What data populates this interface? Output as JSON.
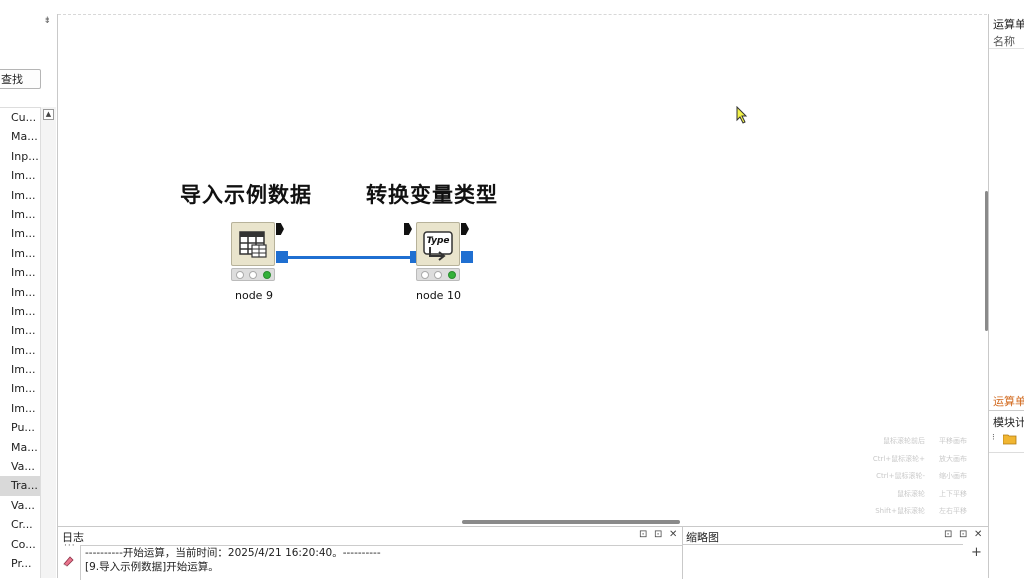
{
  "left_panel": {
    "pin_glyph": "⇟",
    "find_button": "查找",
    "tree_items": [
      "Cu...",
      "Ma...",
      "Inp...",
      "Im...",
      "Im...",
      "Im...",
      "Im...",
      "Im...",
      "Im...",
      "Im...",
      "Im...",
      "Im...",
      "Im...",
      "Im...",
      "Im...",
      "Im...",
      "Pu...",
      "Ma...",
      "Va...",
      "Tra...",
      "Va...",
      "Cr...",
      "Co...",
      "Pr..."
    ],
    "selected_index": 19,
    "scroll_up_glyph": "▲"
  },
  "canvas": {
    "nodes": [
      {
        "title": "导入示例数据",
        "label": "node 9",
        "icon": "table-grid-icon",
        "leds": [
          "off",
          "off",
          "green"
        ]
      },
      {
        "title": "转换变量类型",
        "label": "node 10",
        "icon": "type-convert-icon",
        "icon_text": "Type",
        "leds": [
          "off",
          "off",
          "green"
        ]
      }
    ],
    "connection_color": "#1f6fd1",
    "hints": [
      {
        "action": "鼠标滚轮前后",
        "effect": "平移画布"
      },
      {
        "action": "Ctrl+鼠标滚轮+",
        "effect": "放大画布"
      },
      {
        "action": "Ctrl+鼠标滚轮-",
        "effect": "缩小画布"
      },
      {
        "action": "鼠标滚轮",
        "effect": "上下平移"
      },
      {
        "action": "Shift+鼠标滚轮",
        "effect": "左右平移"
      }
    ]
  },
  "right_panel": {
    "title": "运算单",
    "name_header": "名称",
    "run_label": "运算单",
    "module_label": "模块计"
  },
  "log_panel": {
    "title": "日志",
    "dots": "···",
    "lines": [
      "----------开始运算，当前时间：2025/4/21 16:20:40。----------",
      "[9.导入示例数据]开始运算。"
    ],
    "controls": [
      "⊡",
      "⊡",
      "✕"
    ]
  },
  "thumbnail_panel": {
    "title": "缩略图",
    "controls": [
      "⊡",
      "⊡",
      "✕"
    ],
    "plus": "+"
  },
  "colors": {
    "accent_blue": "#1f6fd1",
    "node_fill": "#e9e4cc",
    "status_green": "#33b13a",
    "run_label_orange": "#d2691e"
  }
}
